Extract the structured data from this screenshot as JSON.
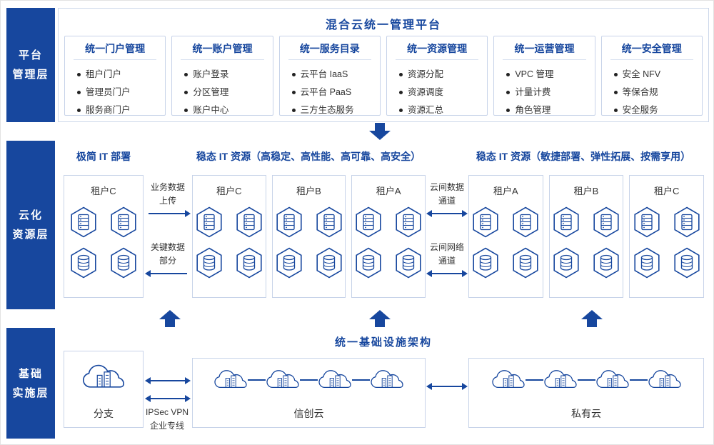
{
  "layer_labels": {
    "platform": "平台\n管理层",
    "cloud": "云化\n资源层",
    "infra": "基础\n实施层"
  },
  "platform": {
    "title": "混合云统一管理平台",
    "modules": [
      {
        "title": "统一门户管理",
        "items": [
          "租户门户",
          "管理员门户",
          "服务商门户"
        ]
      },
      {
        "title": "统一账户管理",
        "items": [
          "账户登录",
          "分区管理",
          "账户中心"
        ]
      },
      {
        "title": "统一服务目录",
        "items": [
          "云平台 IaaS",
          "云平台 PaaS",
          "三方生态服务"
        ]
      },
      {
        "title": "统一资源管理",
        "items": [
          "资源分配",
          "资源调度",
          "资源汇总"
        ]
      },
      {
        "title": "统一运营管理",
        "items": [
          "VPC 管理",
          "计量计费",
          "角色管理"
        ]
      },
      {
        "title": "统一安全管理",
        "items": [
          "安全 NFV",
          "等保合规",
          "安全服务"
        ]
      }
    ]
  },
  "cloud_layer": {
    "groups": [
      {
        "title": "极简 IT 部署",
        "tenants": [
          {
            "label": "租户C"
          }
        ]
      },
      {
        "title": "稳态 IT 资源（高稳定、高性能、高可靠、高安全）",
        "tenants": [
          {
            "label": "租户C"
          },
          {
            "label": "租户B"
          },
          {
            "label": "租户A"
          }
        ]
      },
      {
        "title": "稳态 IT 资源（敏捷部署、弹性拓展、按需享用）",
        "tenants": [
          {
            "label": "租户A"
          },
          {
            "label": "租户B"
          },
          {
            "label": "租户C"
          }
        ]
      }
    ],
    "left_links": [
      {
        "label": "业务数据\n上传"
      },
      {
        "label": "关键数据\n部分"
      }
    ],
    "right_links": [
      {
        "label": "云间数据\n通道"
      },
      {
        "label": "云间网络\n通道"
      }
    ]
  },
  "infra_layer": {
    "title": "统一基础设施架构",
    "nodes": [
      {
        "label": "分支"
      },
      {
        "label": "信创云"
      },
      {
        "label": "私有云"
      }
    ],
    "vpn_label": "IPSec VPN\n企业专线"
  },
  "colors": {
    "primary": "#17479e",
    "box_border": "#c7d3e9",
    "text_dark": "#333333",
    "background": "#ffffff"
  }
}
